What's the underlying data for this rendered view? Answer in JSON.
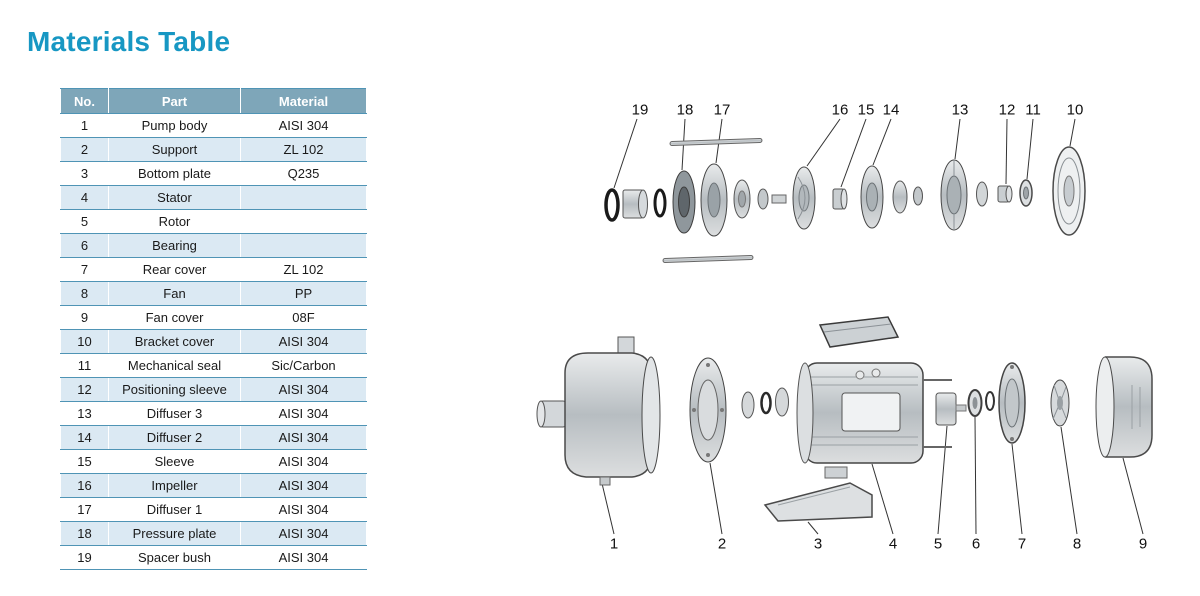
{
  "page": {
    "title": "Materials Table"
  },
  "table": {
    "headers": [
      "No.",
      "Part",
      "Material"
    ],
    "rows": [
      {
        "no": "1",
        "part": "Pump body",
        "material": "AISI 304"
      },
      {
        "no": "2",
        "part": "Support",
        "material": "ZL 102"
      },
      {
        "no": "3",
        "part": "Bottom plate",
        "material": "Q235"
      },
      {
        "no": "4",
        "part": "Stator",
        "material": ""
      },
      {
        "no": "5",
        "part": "Rotor",
        "material": ""
      },
      {
        "no": "6",
        "part": "Bearing",
        "material": ""
      },
      {
        "no": "7",
        "part": "Rear cover",
        "material": "ZL 102"
      },
      {
        "no": "8",
        "part": "Fan",
        "material": "PP"
      },
      {
        "no": "9",
        "part": "Fan cover",
        "material": "08F"
      },
      {
        "no": "10",
        "part": "Bracket cover",
        "material": "AISI 304"
      },
      {
        "no": "11",
        "part": "Mechanical seal",
        "material": "Sic/Carbon"
      },
      {
        "no": "12",
        "part": "Positioning sleeve",
        "material": "AISI 304"
      },
      {
        "no": "13",
        "part": "Diffuser 3",
        "material": "AISI 304"
      },
      {
        "no": "14",
        "part": "Diffuser 2",
        "material": "AISI 304"
      },
      {
        "no": "15",
        "part": "Sleeve",
        "material": "AISI 304"
      },
      {
        "no": "16",
        "part": "Impeller",
        "material": "AISI 304"
      },
      {
        "no": "17",
        "part": "Diffuser 1",
        "material": "AISI 304"
      },
      {
        "no": "18",
        "part": "Pressure plate",
        "material": "AISI 304"
      },
      {
        "no": "19",
        "part": "Spacer bush",
        "material": "AISI 304"
      }
    ]
  },
  "diagram": {
    "top_callouts": [
      "19",
      "18",
      "17",
      "16",
      "15",
      "14",
      "13",
      "12",
      "11",
      "10"
    ],
    "bottom_callouts": [
      "1",
      "2",
      "3",
      "4",
      "5",
      "6",
      "7",
      "8",
      "9"
    ]
  },
  "colors": {
    "title": "#1797c3",
    "table_header_bg": "#7ea6b9",
    "row_alt_bg": "#dbe9f3",
    "table_border": "#4f94b5"
  }
}
